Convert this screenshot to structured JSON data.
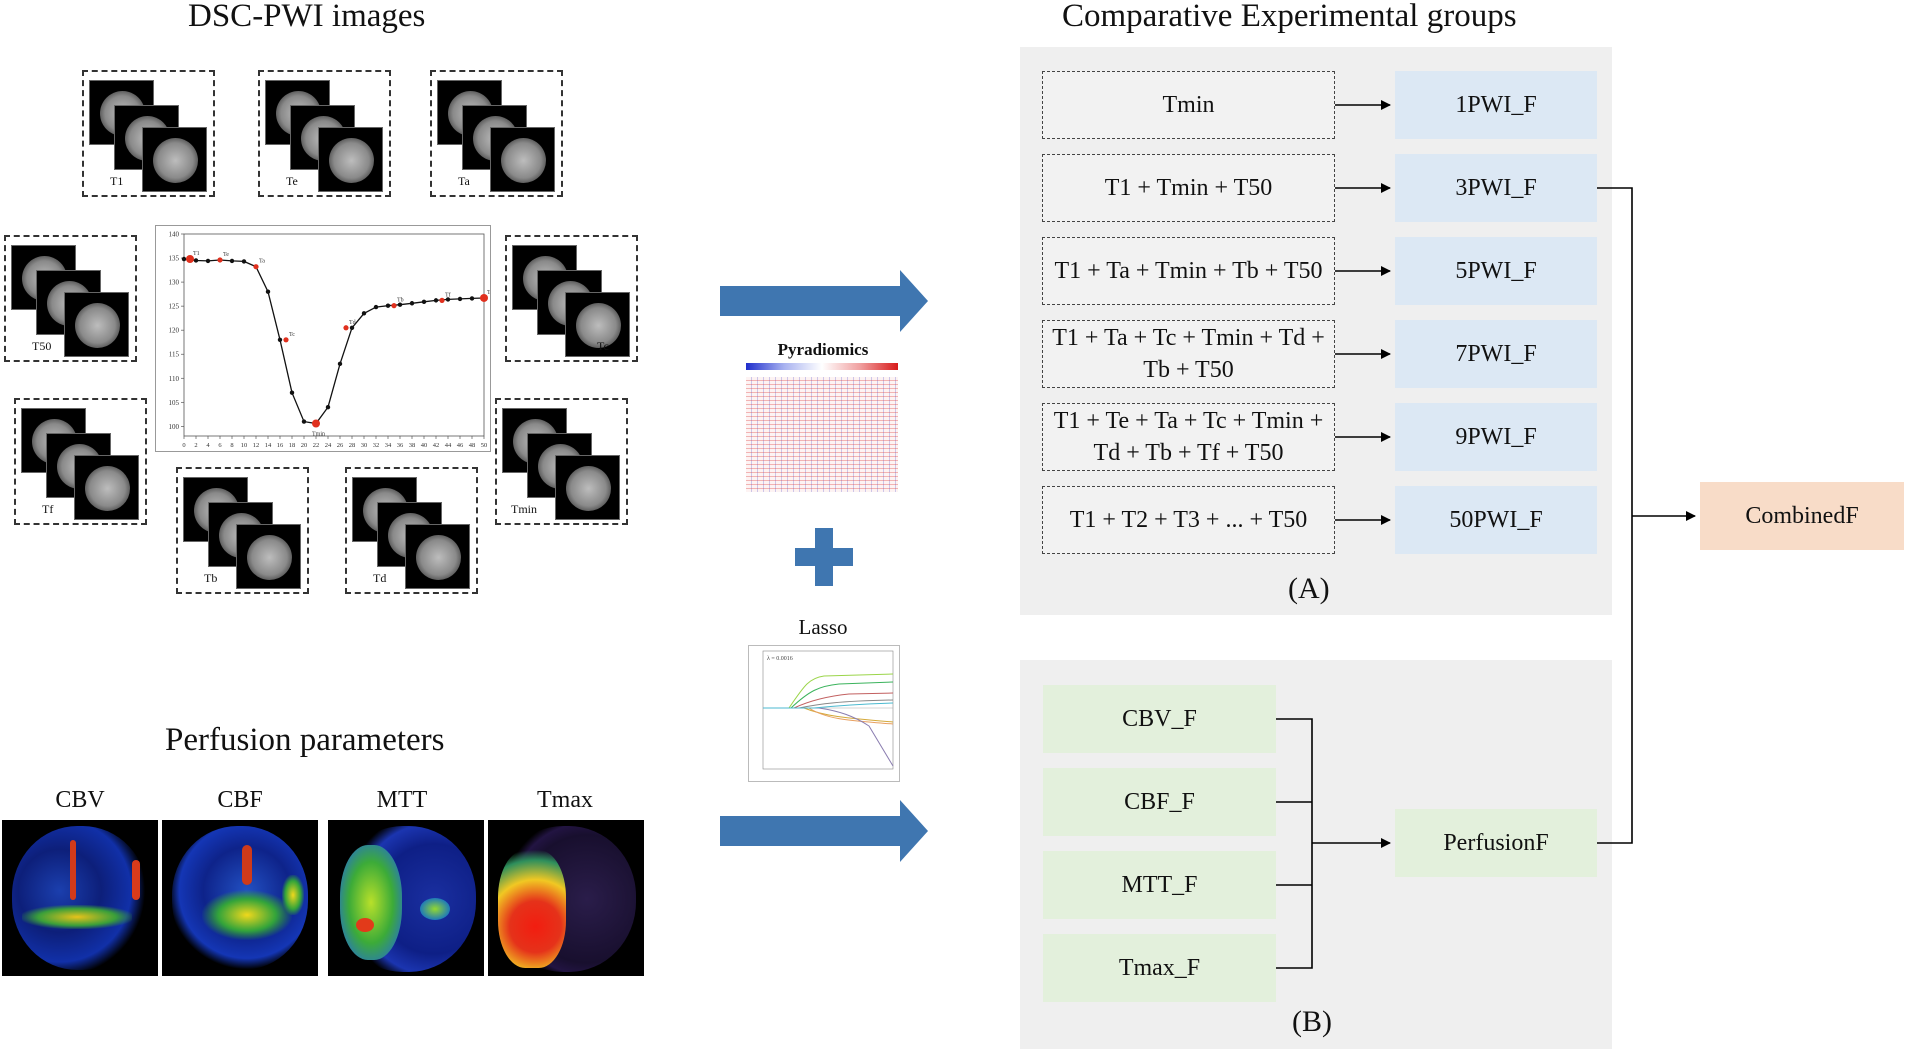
{
  "left": {
    "dsc_title": "DSC-PWI images",
    "stacks": [
      {
        "label": "T1"
      },
      {
        "label": "Te"
      },
      {
        "label": "Ta"
      },
      {
        "label": "T50"
      },
      {
        "label": "Tc"
      },
      {
        "label": "Tf"
      },
      {
        "label": "Tmin"
      },
      {
        "label": "Tb"
      },
      {
        "label": "Td"
      }
    ],
    "perfusion_title": "Perfusion parameters",
    "maps": [
      {
        "label": "CBV"
      },
      {
        "label": "CBF"
      },
      {
        "label": "MTT"
      },
      {
        "label": "Tmax"
      }
    ]
  },
  "chart_data": {
    "type": "line",
    "x": [
      0,
      2,
      4,
      6,
      8,
      10,
      12,
      14,
      16,
      18,
      20,
      22,
      24,
      26,
      28,
      30,
      32,
      34,
      36,
      38,
      40,
      42,
      44,
      46,
      48,
      50
    ],
    "y": [
      134.8,
      134.5,
      134.4,
      134.6,
      134.4,
      134.3,
      133.2,
      128,
      118,
      107,
      101,
      100.6,
      104,
      113,
      120.5,
      123.5,
      124.8,
      125.1,
      125.3,
      125.6,
      125.9,
      126.2,
      126.4,
      126.5,
      126.6,
      126.7
    ],
    "xticks": [
      "0",
      "2",
      "4",
      "6",
      "8",
      "10",
      "12",
      "14",
      "16",
      "18",
      "20",
      "22",
      "24",
      "26",
      "28",
      "30",
      "32",
      "34",
      "36",
      "38",
      "40",
      "42",
      "44",
      "46",
      "48",
      "50"
    ],
    "yticks": [
      "100",
      "105",
      "110",
      "115",
      "120",
      "125",
      "130",
      "135",
      "140"
    ],
    "ylim": [
      98,
      140
    ],
    "xlim": [
      0,
      50
    ],
    "annotations": [
      {
        "text": "T1",
        "x": 1,
        "y": 134.8
      },
      {
        "text": "Te",
        "x": 6,
        "y": 134.6
      },
      {
        "text": "Ta",
        "x": 12,
        "y": 133.2
      },
      {
        "text": "Tc",
        "x": 17,
        "y": 118
      },
      {
        "text": "Tmin",
        "x": 22,
        "y": 100.6
      },
      {
        "text": "Td",
        "x": 27,
        "y": 120.5
      },
      {
        "text": "Tb",
        "x": 35,
        "y": 125.1
      },
      {
        "text": "Tf",
        "x": 43,
        "y": 126.2
      },
      {
        "text": "T50",
        "x": 50,
        "y": 126.7
      }
    ]
  },
  "middle": {
    "pyradiomics_label": "Pyradiomics",
    "lasso_label": "Lasso",
    "lasso_lambda": "λ = 0.0016"
  },
  "right": {
    "title": "Comparative Experimental groups",
    "groupA": {
      "inputs": [
        "Tmin",
        "T1 + Tmin + T50",
        "T1 + Ta + Tmin + Tb + T50",
        "T1 + Ta + Tc + Tmin + Td + Tb + T50",
        "T1 + Te + Ta + Tc + Tmin + Td + Tb + Tf + T50",
        "T1 + T2 + T3 + ... + T50"
      ],
      "outputs": [
        "1PWI_F",
        "3PWI_F",
        "5PWI_F",
        "7PWI_F",
        "9PWI_F",
        "50PWI_F"
      ],
      "caption": "(A)"
    },
    "groupB": {
      "inputs": [
        "CBV_F",
        "CBF_F",
        "MTT_F",
        "Tmax_F"
      ],
      "output": "PerfusionF",
      "caption": "(B)"
    },
    "combined": "CombinedF"
  },
  "colors": {
    "arrow_blue": "#3f76b0",
    "box_blue": "#dce8f4",
    "box_green": "#e3f0dc",
    "box_peach": "#f8dcc8",
    "panel_gray": "#efefef",
    "curve_red": "#e0301e"
  }
}
